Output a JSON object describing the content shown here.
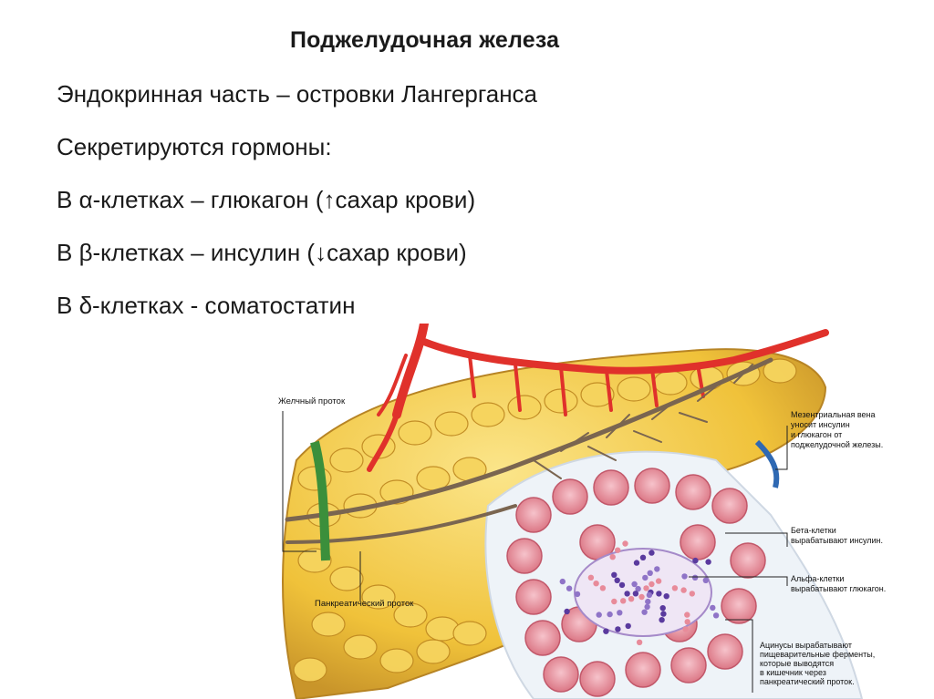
{
  "slide": {
    "title": "Поджелудочная  железа",
    "lines": [
      "Эндокринная часть – островки Лангерганса",
      " Секретируются гормоны:",
      "В α-клетках – глюкагон (↑сахар крови)",
      "В β-клетках – инсулин (↓сахар крови)",
      "В δ-клетках - соматостатин"
    ]
  },
  "illustration": {
    "labels": {
      "bile_duct": "Желчный проток",
      "pancreatic_duct": "Панкреатический проток",
      "mesenteric_vein": [
        "Мезентриальная вена",
        "уносит инсулин",
        "и глюкагон от",
        "поджелудочной железы."
      ],
      "beta_cells": [
        "Бета-клетки",
        "вырабатывают инсулин."
      ],
      "alpha_cells": [
        "Альфа-клетки",
        "вырабатывают глюкагон."
      ],
      "acini": [
        "Ацинусы вырабатывают",
        "пищеварительные ферменты,",
        "которые выводятся",
        "в кишечник через",
        "панкреатический проток."
      ]
    },
    "colors": {
      "gland": "#f3c63a",
      "gland_dark": "#c9952a",
      "artery": "#e0312b",
      "duct": "#7a6550",
      "bile_duct": "#3b8f3b",
      "vein": "#2f69b3",
      "acinus": "#e88b9a",
      "islet": "#6d4fb0"
    }
  }
}
